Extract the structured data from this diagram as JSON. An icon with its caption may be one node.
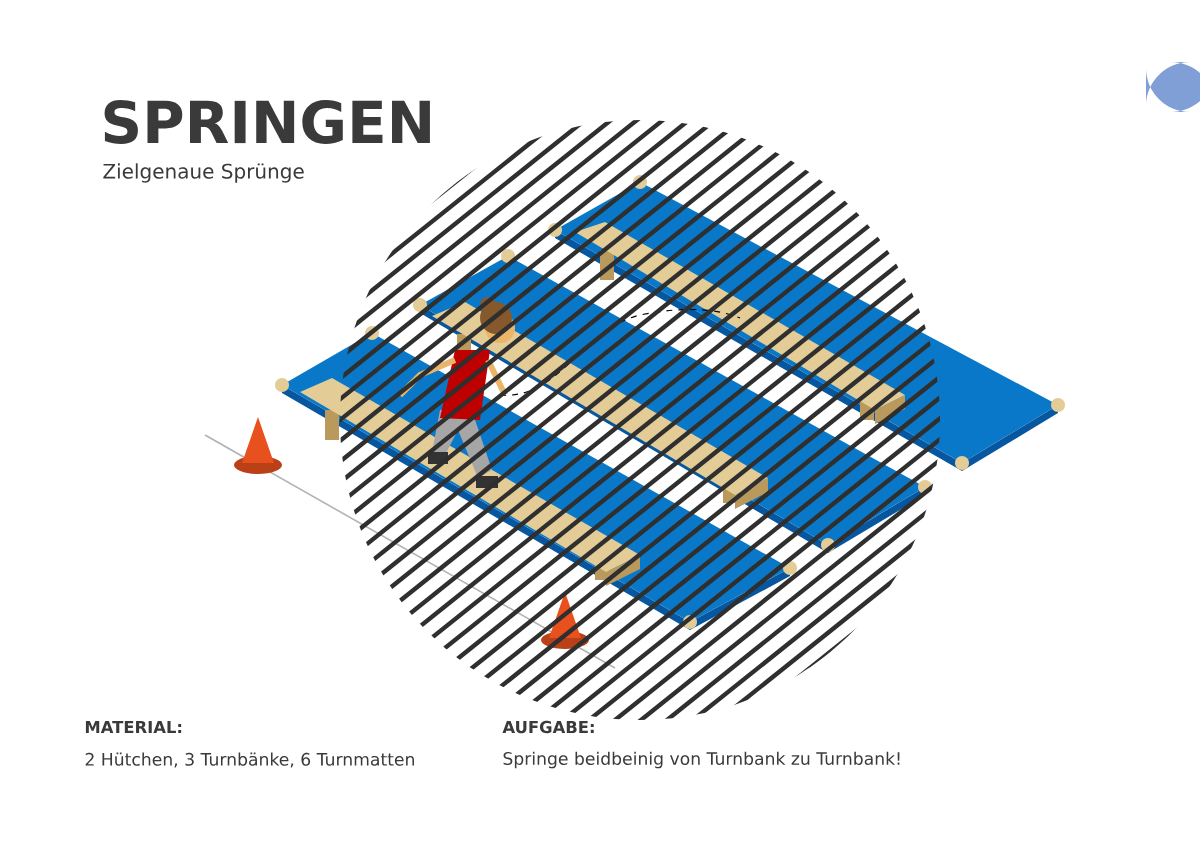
{
  "diagram": {
    "title": "SPRINGEN",
    "labels": [
      "Zielgenaue Sprünge",
      "MATERIAL:",
      "2 Hütchen, 3 Turnbänke, 6 Turnmatten",
      "AUFGABE:",
      "Springe beidbeinig von Turnbank zu Turnbank!"
    ]
  }
}
